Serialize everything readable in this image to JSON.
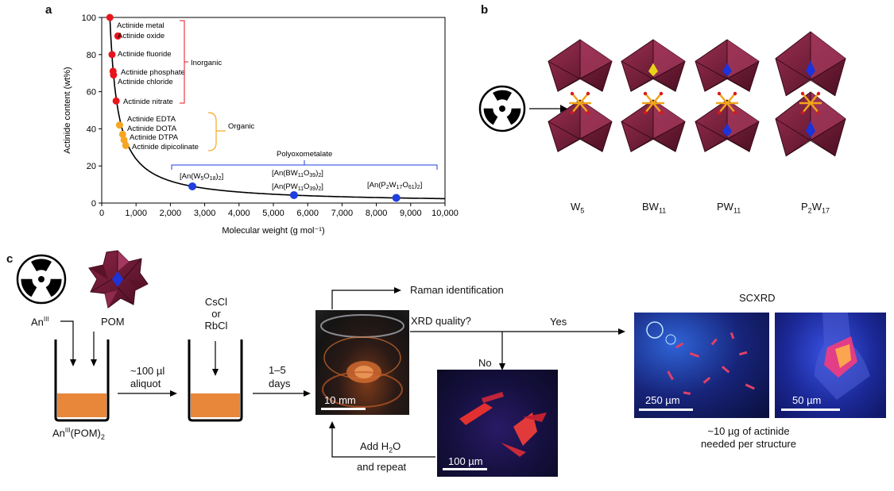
{
  "panels": {
    "a": "a",
    "b": "b",
    "c": "c"
  },
  "chart_data": {
    "type": "scatter",
    "xlabel": "Molecular weight (g mol⁻¹)",
    "ylabel": "Actinide content (wt%)",
    "xlim": [
      0,
      10000
    ],
    "ylim": [
      0,
      100
    ],
    "xticks": [
      "0",
      "1,000",
      "2,000",
      "3,000",
      "4,000",
      "5,000",
      "6,000",
      "7,000",
      "8,000",
      "9,000",
      "10,000"
    ],
    "yticks": [
      "0",
      "20",
      "40",
      "60",
      "80",
      "100"
    ],
    "points": [
      {
        "label": "Actinide metal",
        "x": 238,
        "y": 100,
        "group": "inorganic",
        "color": "#e8141c"
      },
      {
        "label": "Actinide oxide",
        "x": 470,
        "y": 90,
        "group": "inorganic",
        "color": "#e8141c"
      },
      {
        "label": "Actinide fluoride",
        "x": 300,
        "y": 80,
        "group": "inorganic",
        "color": "#e8141c"
      },
      {
        "label": "Actinide phosphate",
        "x": 330,
        "y": 71,
        "group": "inorganic",
        "color": "#e8141c"
      },
      {
        "label": "Actinide chloride",
        "x": 345,
        "y": 69,
        "group": "inorganic",
        "color": "#e8141c"
      },
      {
        "label": "Actinide nitrate",
        "x": 420,
        "y": 55,
        "group": "inorganic",
        "color": "#e8141c"
      },
      {
        "label": "Actinide EDTA",
        "x": 520,
        "y": 42,
        "group": "organic",
        "color": "#f5a623"
      },
      {
        "label": "Actinide DOTA",
        "x": 610,
        "y": 37,
        "group": "organic",
        "color": "#f5a623"
      },
      {
        "label": "Actinide DTPA",
        "x": 650,
        "y": 34,
        "group": "organic",
        "color": "#f5a623"
      },
      {
        "label": "Actinide dipicolinate",
        "x": 700,
        "y": 31,
        "group": "organic",
        "color": "#f5a623"
      },
      {
        "label": "[An(W5O18)2]",
        "x": 2640,
        "y": 9,
        "group": "pom",
        "color": "#1f3fe0"
      },
      {
        "label": "[An(BW11O39)2] / [An(PW11O39)2]",
        "x": 5600,
        "y": 4.3,
        "group": "pom",
        "color": "#1f3fe0"
      },
      {
        "label": "[An(P2W17O61)2]",
        "x": 8580,
        "y": 2.8,
        "group": "pom",
        "color": "#1f3fe0"
      }
    ],
    "groups": {
      "inorganic": "Inorganic",
      "organic": "Organic",
      "pom": "Polyoxometalate"
    },
    "group_colors": {
      "inorganic": "#e8141c",
      "organic": "#f5a623",
      "pom": "#1f3fe0"
    },
    "curve": "y = 238*100/x"
  },
  "panel_b": {
    "structures": [
      "W5",
      "BW11",
      "PW11",
      "P2W17"
    ],
    "polyhedra_color": "#7a1e3a"
  },
  "panel_c": {
    "an_label": "An",
    "an_sup": "III",
    "pom_label": "POM",
    "product_label": "An",
    "product_sup": "III",
    "product_rest": "(POM)",
    "product_sub": "2",
    "aliquot_1": "~100 µl",
    "aliquot_2": "aliquot",
    "salt_1": "CsCl",
    "salt_2": "or",
    "salt_3": "RbCl",
    "days_1": "1–5",
    "days_2": "days",
    "raman": "Raman identification",
    "xrd_q": "XRD quality?",
    "yes": "Yes",
    "no": "No",
    "add_h2o": "Add H",
    "add_h2o_sub": "2",
    "add_h2o_end": "O",
    "repeat": "and repeat",
    "scxrd": "SCXRD",
    "note_1": "~10 µg of actinide",
    "note_2": "needed per structure",
    "scale_10mm": "10 mm",
    "scale_100um": "100 µm",
    "scale_250um": "250 µm",
    "scale_50um": "50 µm",
    "liquid_color": "#e8873a"
  }
}
